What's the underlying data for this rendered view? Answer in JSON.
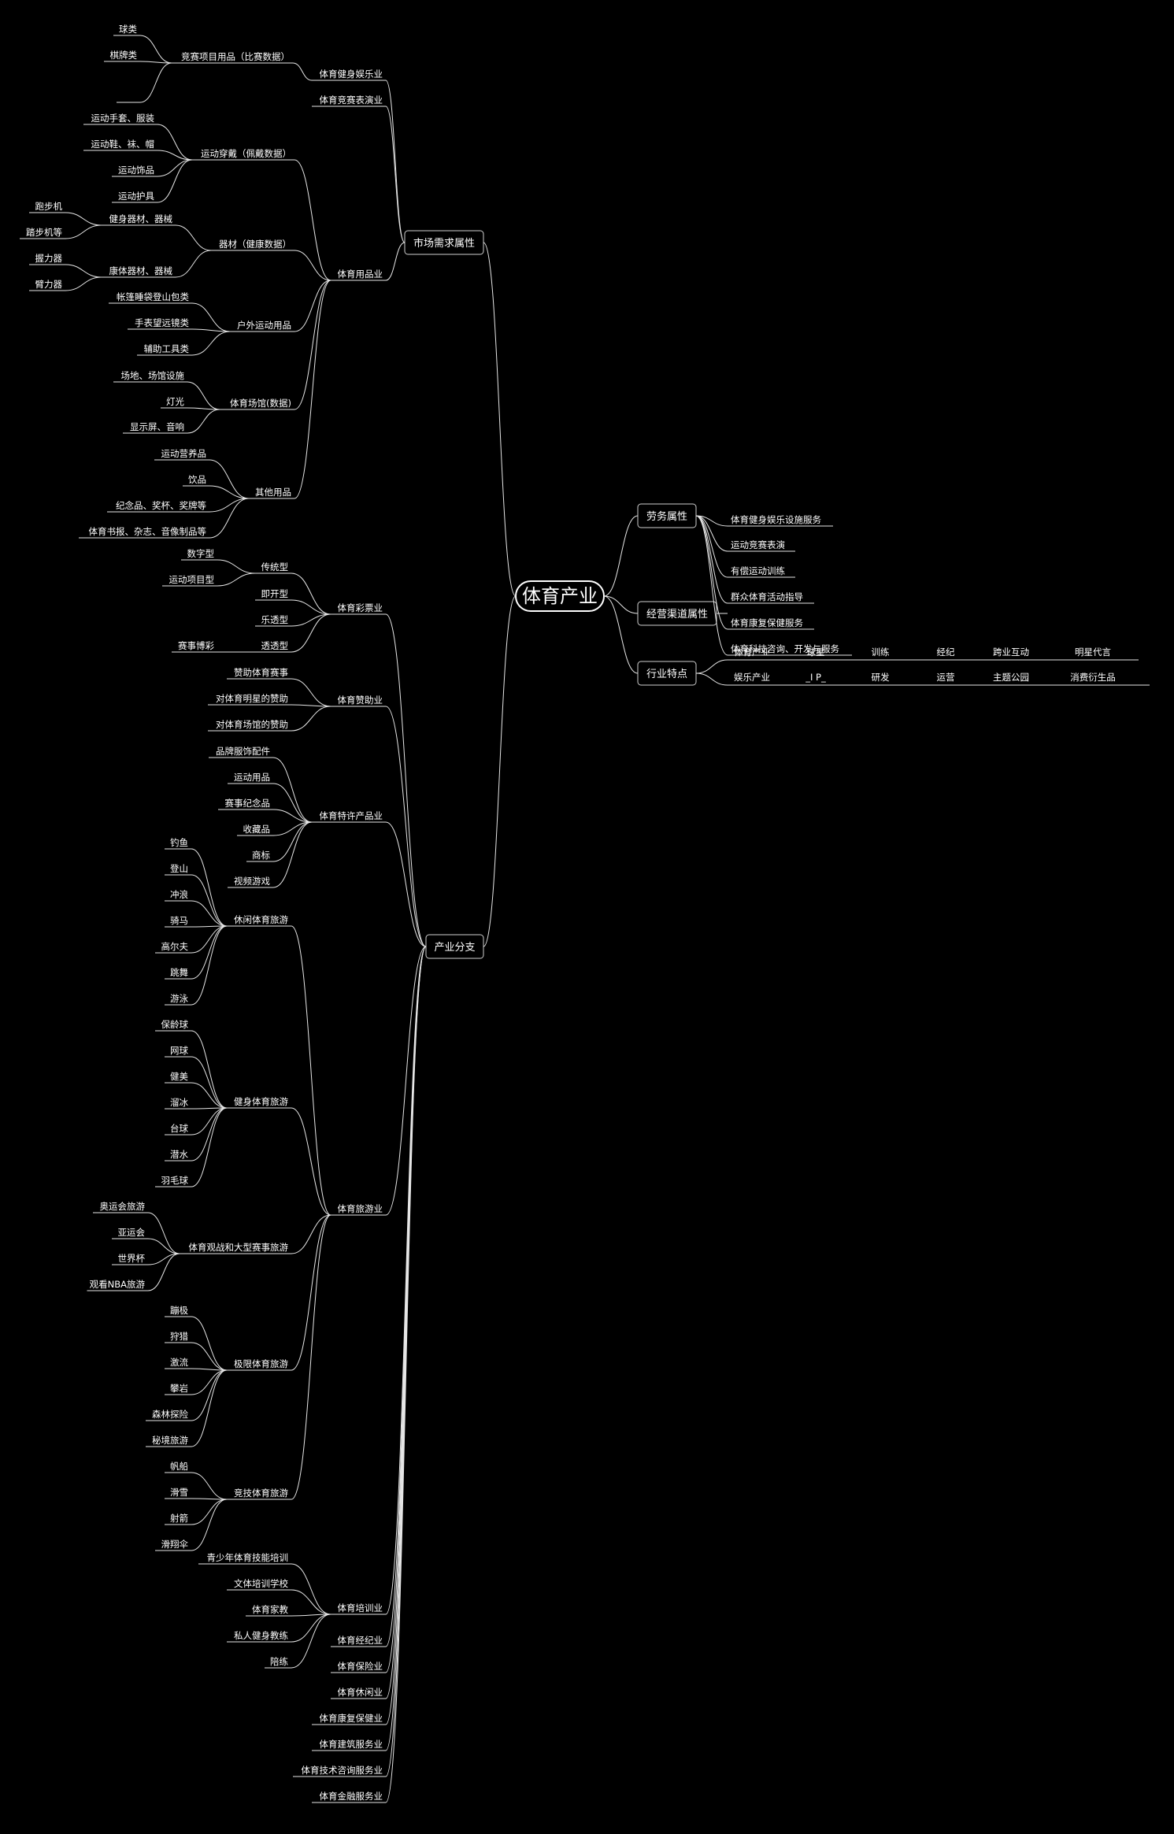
{
  "root": {
    "label": "体育产业"
  },
  "left": [
    {
      "label": "市场需求属性",
      "children": [
        {
          "label": "体育健身娱乐业",
          "children": [
            {
              "label": "竞赛项目用品（比赛数据）",
              "children": [
                {
                  "label": "球类"
                },
                {
                  "label": "棋牌类"
                },
                {
                  "label": ""
                }
              ]
            }
          ]
        },
        {
          "label": "体育竞赛表演业"
        },
        {
          "label": "体育用品业",
          "children": [
            {
              "label": "运动穿戴（佩戴数据）",
              "children": [
                {
                  "label": "运动手套、服装"
                },
                {
                  "label": "运动鞋、袜、帽"
                },
                {
                  "label": "运动饰品"
                },
                {
                  "label": "运动护具"
                }
              ]
            },
            {
              "label": "器材（健康数据）",
              "children": [
                {
                  "label": "健身器材、器械",
                  "children": [
                    {
                      "label": "跑步机"
                    },
                    {
                      "label": "踏步机等"
                    }
                  ]
                },
                {
                  "label": "康体器材、器械",
                  "children": [
                    {
                      "label": "握力器"
                    },
                    {
                      "label": "臂力器"
                    }
                  ]
                }
              ]
            },
            {
              "label": "户外运动用品",
              "children": [
                {
                  "label": "帐篷睡袋登山包类"
                },
                {
                  "label": "手表望远镜类"
                },
                {
                  "label": "辅助工具类"
                }
              ]
            },
            {
              "label": "体育场馆(数据)",
              "children": [
                {
                  "label": "场地、场馆设施"
                },
                {
                  "label": "灯光"
                },
                {
                  "label": "显示屏、音响"
                }
              ]
            },
            {
              "label": "其他用品",
              "children": [
                {
                  "label": "运动营养品"
                },
                {
                  "label": "饮品"
                },
                {
                  "label": "纪念品、奖杯、奖牌等"
                },
                {
                  "label": "体育书报、杂志、音像制品等"
                }
              ]
            }
          ]
        }
      ]
    },
    {
      "label": "产业分支",
      "children": [
        {
          "label": "体育彩票业",
          "children": [
            {
              "label": "传统型",
              "children": [
                {
                  "label": "数字型"
                },
                {
                  "label": "运动项目型"
                }
              ]
            },
            {
              "label": "即开型"
            },
            {
              "label": "乐透型"
            },
            {
              "label": "透透型",
              "children": [
                {
                  "label": "赛事博彩"
                }
              ]
            }
          ]
        },
        {
          "label": "体育赞助业",
          "children": [
            {
              "label": "赞助体育赛事"
            },
            {
              "label": "对体育明星的赞助"
            },
            {
              "label": "对体育场馆的赞助"
            }
          ]
        },
        {
          "label": "体育特许产品业",
          "children": [
            {
              "label": "品牌服饰配件"
            },
            {
              "label": "运动用品"
            },
            {
              "label": "赛事纪念品"
            },
            {
              "label": "收藏品"
            },
            {
              "label": "商标"
            },
            {
              "label": "视频游戏"
            }
          ]
        },
        {
          "label": "体育旅游业",
          "children": [
            {
              "label": "休闲体育旅游",
              "children": [
                {
                  "label": "钓鱼"
                },
                {
                  "label": "登山"
                },
                {
                  "label": "冲浪"
                },
                {
                  "label": "骑马"
                },
                {
                  "label": "高尔夫"
                },
                {
                  "label": "跳舞"
                },
                {
                  "label": "游泳"
                }
              ]
            },
            {
              "label": "健身体育旅游",
              "children": [
                {
                  "label": "保龄球"
                },
                {
                  "label": "网球"
                },
                {
                  "label": "健美"
                },
                {
                  "label": "溜冰"
                },
                {
                  "label": "台球"
                },
                {
                  "label": "潜水"
                },
                {
                  "label": "羽毛球"
                }
              ]
            },
            {
              "label": "体育观战和大型赛事旅游",
              "children": [
                {
                  "label": "奥运会旅游"
                },
                {
                  "label": "亚运会"
                },
                {
                  "label": "世界杯"
                },
                {
                  "label": "观看NBA旅游"
                }
              ]
            },
            {
              "label": "极限体育旅游",
              "children": [
                {
                  "label": "蹦极"
                },
                {
                  "label": "狩猎"
                },
                {
                  "label": "激流"
                },
                {
                  "label": "攀岩"
                },
                {
                  "label": "森林探险"
                },
                {
                  "label": "秘境旅游"
                }
              ]
            },
            {
              "label": "竞技体育旅游",
              "children": [
                {
                  "label": "帆船"
                },
                {
                  "label": "滑雪"
                },
                {
                  "label": "射箭"
                },
                {
                  "label": "滑翔伞"
                }
              ]
            }
          ]
        },
        {
          "label": "体育培训业",
          "children": [
            {
              "label": "青少年体育技能培训"
            },
            {
              "label": "文体培训学校"
            },
            {
              "label": "体育家教"
            },
            {
              "label": "私人健身教练"
            },
            {
              "label": "陪练"
            }
          ]
        },
        {
          "label": "体育经纪业"
        },
        {
          "label": "体育保险业"
        },
        {
          "label": "体育休闲业"
        },
        {
          "label": "体育康复保健业"
        },
        {
          "label": "体育建筑服务业"
        },
        {
          "label": "体育技术咨询服务业"
        },
        {
          "label": "体育金融服务业"
        }
      ]
    }
  ],
  "right": [
    {
      "label": "劳务属性",
      "children": [
        {
          "label": "体育健身娱乐设施服务"
        },
        {
          "label": "运动竞赛表演"
        },
        {
          "label": "有偿运动训练"
        },
        {
          "label": "群众体育活动指导"
        },
        {
          "label": "体育康复保健服务"
        },
        {
          "label": "体育科技咨询、开发与服务"
        }
      ]
    },
    {
      "label": "经营渠道属性"
    },
    {
      "label": "行业特点",
      "rows": [
        [
          "体育产业",
          "球星",
          "训练",
          "经纪",
          "跨业互动",
          "明星代言"
        ],
        [
          "娱乐产业",
          "_I P_",
          "研发",
          "运营",
          "主题公园",
          "消费衍生品"
        ]
      ]
    }
  ]
}
